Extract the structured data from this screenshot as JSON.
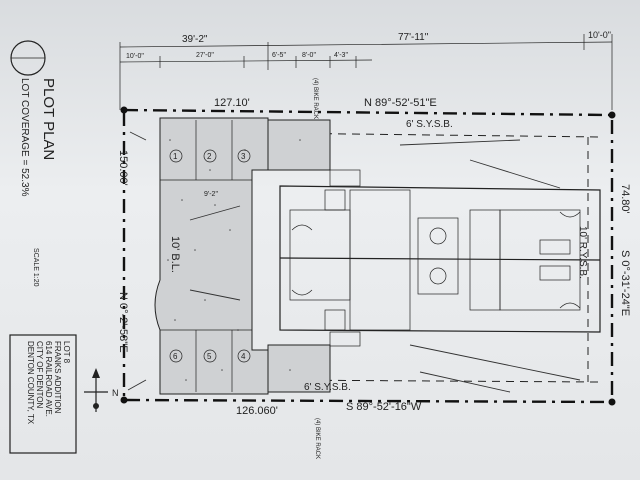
{
  "title": {
    "main": "PLOT PLAN",
    "coverage": "LOT COVERAGE = 52.3%"
  },
  "scale": "SCALE 1:20",
  "legal": {
    "lot": "LOT 8",
    "addition": "FRANKS ADDITION",
    "address": "614 RAILROAD AVE.",
    "city": "CITY OF DENTON",
    "county": "DENTON COUNTY, TX"
  },
  "dimensions": {
    "top_left_overall": "39'-2\"",
    "top_right_overall": "77'-11\"",
    "top_far_right": "10'-0\"",
    "top_seg_1": "10'-0\"",
    "top_seg_2": "27'-0\"",
    "top_seg_3": "6'-5\"",
    "top_seg_4": "8'-0\"",
    "top_seg_5": "4'-3\"",
    "inner_small": "9'-2\"",
    "left_vertical": "150.00'",
    "right_vertical": "74.80'"
  },
  "bearings": {
    "north": "N 89°-52'-51\"E",
    "south": "S 89°-52'-16\"W",
    "west": "N 0°-2'-58\"E",
    "east": "S 0°-31'-24\"E"
  },
  "lengths": {
    "north": "127.10'",
    "south": "126.060'"
  },
  "setbacks": {
    "north_side": "6' S.Y.S.B.",
    "south_side": "6' S.Y.S.B.",
    "rear": "10' R.Y.S.B.",
    "front": "10' B.L."
  },
  "bike_rack_top": "(4) BIKE RACK",
  "bike_rack_bottom": "(4) BIKE RACK",
  "parking": [
    "1",
    "2",
    "3",
    "4",
    "5",
    "6"
  ],
  "north_arrow": "N"
}
